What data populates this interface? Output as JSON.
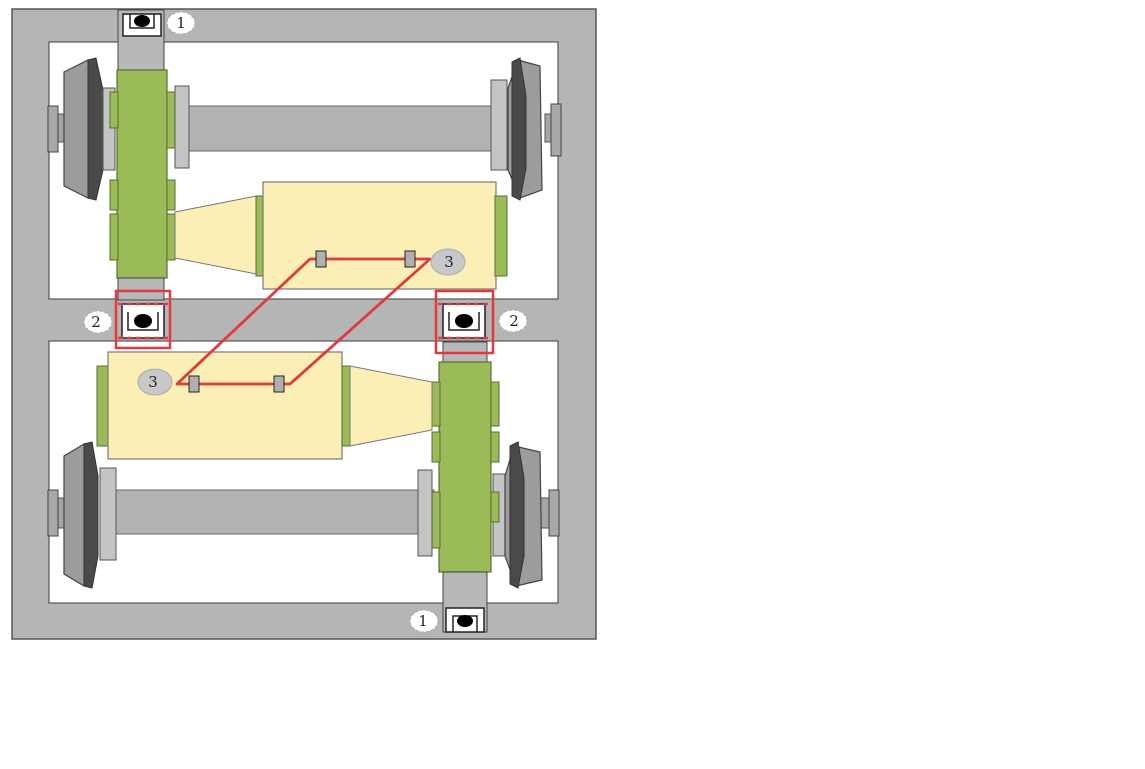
{
  "diagram": {
    "labels": {
      "one": "1",
      "two": "2",
      "three": "3"
    },
    "colors": {
      "frame": "#b5b5b5",
      "axle": "#b2b2b2",
      "gearbox": "#9bbb59",
      "motor": "#fbefb5",
      "link": "#e03a3e",
      "wheel": "#9c9c9c",
      "callout_fill": "#c8c8c8"
    }
  }
}
